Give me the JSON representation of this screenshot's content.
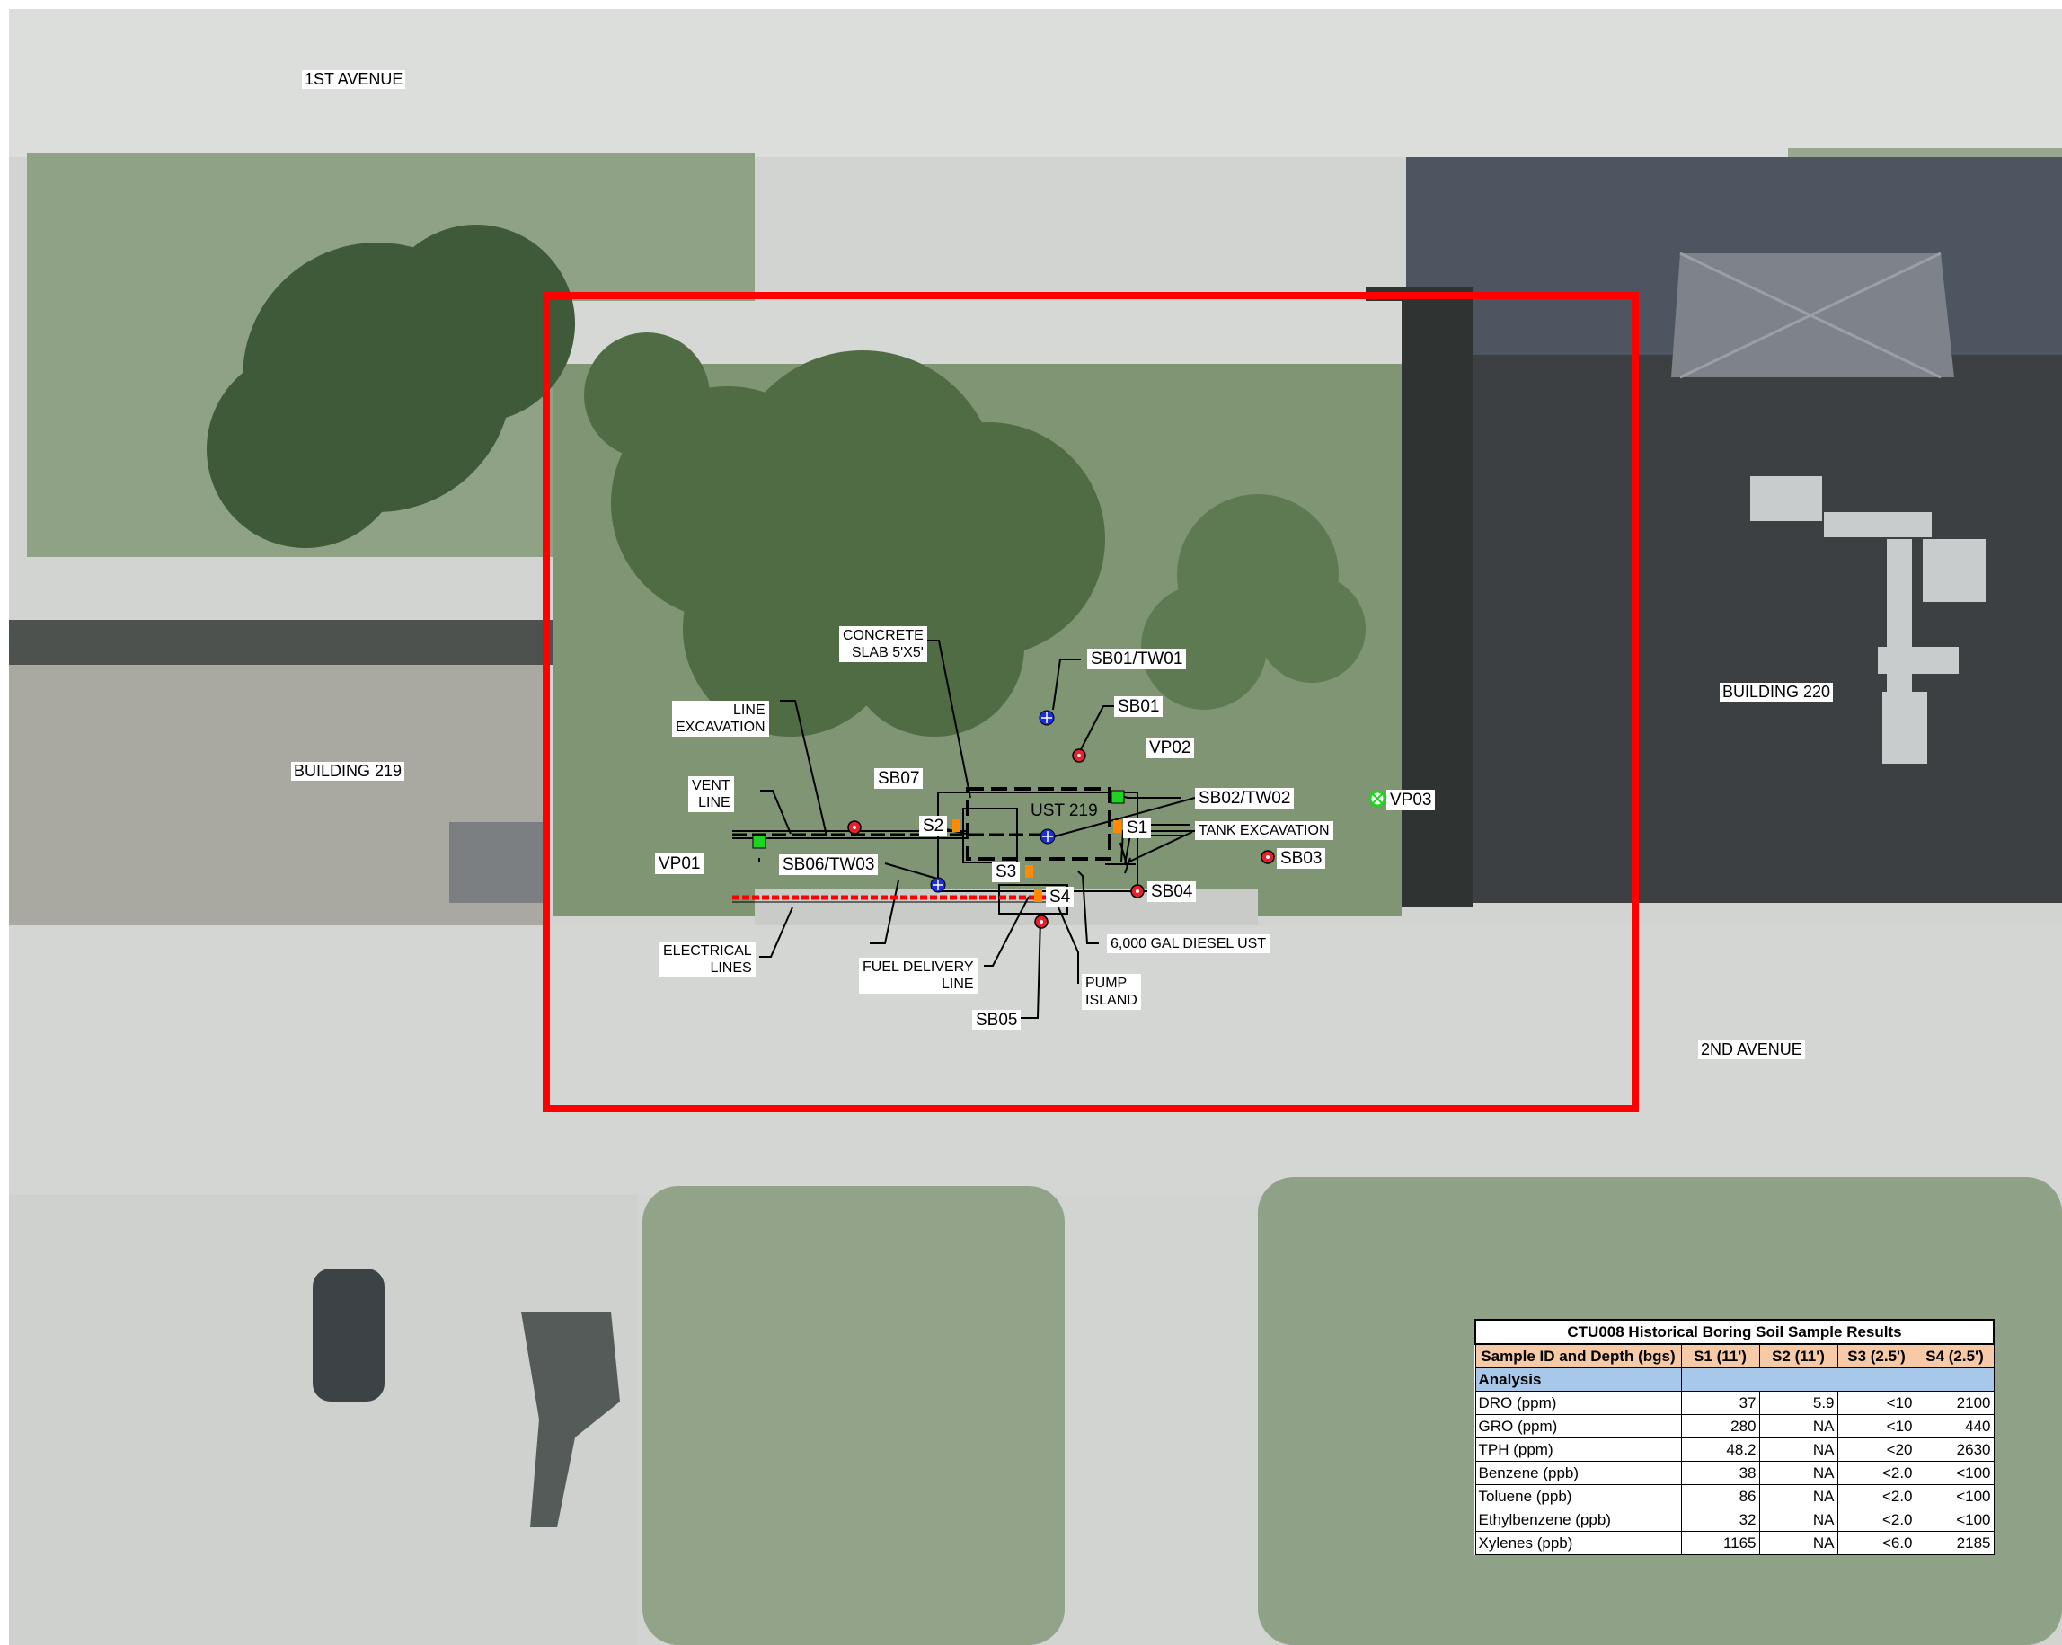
{
  "colors": {
    "site_boundary": "#ff0000",
    "soil_boring": "#e8202a",
    "temp_well": "#1a2fd8",
    "vapor_point": "#1fd420",
    "sample_point": "#ff8a00",
    "table_header_fill": "#f6c9a7",
    "table_analysis_fill": "#a8c8ea"
  },
  "streets": {
    "first_avenue": "1ST AVENUE",
    "second_avenue": "2ND AVENUE"
  },
  "buildings": {
    "b219": "BUILDING 219",
    "b220": "BUILDING 220"
  },
  "features": {
    "concrete_slab": [
      "CONCRETE",
      "SLAB 5'X5'"
    ],
    "line_excavation": [
      "LINE",
      "EXCAVATION"
    ],
    "vent_line": [
      "VENT",
      "LINE"
    ],
    "electrical_lines": [
      "ELECTRICAL",
      "LINES"
    ],
    "fuel_delivery_line": [
      "FUEL DELIVERY",
      "LINE"
    ],
    "pump_island": [
      "PUMP",
      "ISLAND"
    ],
    "tank_excavation": "TANK EXCAVATION",
    "ust": "UST 219",
    "diesel_ust": "6,000 GAL DIESEL UST"
  },
  "points": {
    "sb01_tw01": "SB01/TW01",
    "sb01": "SB01",
    "vp02": "VP02",
    "sb02_tw02": "SB02/TW02",
    "vp03": "VP03",
    "sb03": "SB03",
    "sb04": "SB04",
    "sb05": "SB05",
    "sb06_tw03": "SB06/TW03",
    "sb07": "SB07",
    "vp01": "VP01",
    "s1": "S1",
    "s2": "S2",
    "s3": "S3",
    "s4": "S4"
  },
  "results_table": {
    "title": "CTU008 Historical Boring Soil Sample Results",
    "header": [
      "Sample ID and Depth (bgs)",
      "S1 (11')",
      "S2 (11')",
      "S3 (2.5')",
      "S4 (2.5')"
    ],
    "section": "Analysis",
    "rows": [
      [
        "DRO (ppm)",
        "37",
        "5.9",
        "<10",
        "2100"
      ],
      [
        "GRO (ppm)",
        "280",
        "NA",
        "<10",
        "440"
      ],
      [
        "TPH (ppm)",
        "48.2",
        "NA",
        "<20",
        "2630"
      ],
      [
        "Benzene (ppb)",
        "38",
        "NA",
        "<2.0",
        "<100"
      ],
      [
        "Toluene (ppb)",
        "86",
        "NA",
        "<2.0",
        "<100"
      ],
      [
        "Ethylbenzene (ppb)",
        "32",
        "NA",
        "<2.0",
        "<100"
      ],
      [
        "Xylenes (ppb)",
        "1165",
        "NA",
        "<6.0",
        "2185"
      ]
    ]
  }
}
